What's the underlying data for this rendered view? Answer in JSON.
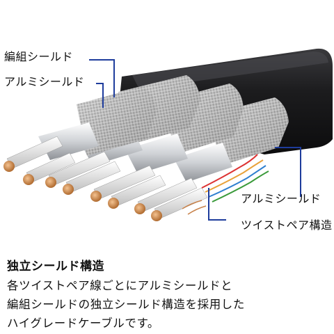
{
  "labels": {
    "braid_shield": "編組シールド",
    "aluminum_shield_top": "アルミシールド",
    "aluminum_shield_right": "アルミシールド",
    "twisted_pair": "ツイストペア構造"
  },
  "section": {
    "title": "独立シールド構造",
    "lines": [
      "各ツイストペア線ごとにアルミシールドと",
      "編組シールドの独立シールド構造を採用した",
      "ハイグレードケーブルです。"
    ]
  },
  "colors": {
    "jacket": "#1c1c1e",
    "leader": "#1e3c9c",
    "copper": "#c8824a",
    "braid": "#b9b9b9",
    "insulation": "#e8e8e8"
  }
}
